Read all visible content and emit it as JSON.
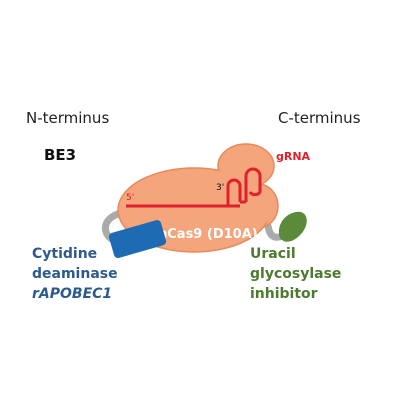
{
  "labels": {
    "n_terminus": "N-terminus",
    "c_terminus": "C-terminus",
    "construct": "BE3",
    "grna": "gRNA",
    "five_prime": "5'",
    "three_prime": "3'",
    "core_protein": "nCas9 (D10A)",
    "deaminase_line1": "Cytidine",
    "deaminase_line2": "deaminase",
    "deaminase_line3": "rAPOBEC1",
    "ugi_line1": "Uracil",
    "ugi_line2": "glycosylase",
    "ugi_line3": "inhibitor"
  },
  "colors": {
    "cas9_fill": "#f4a57c",
    "cas9_stroke": "#e58a5a",
    "grna": "#e0202a",
    "linker": "#a9aaaa",
    "deaminase": "#1f6bb3",
    "deaminase_text": "#2d5a8c",
    "ugi": "#5a8a3a",
    "ugi_text": "#4c7a2e",
    "core_text": "#ffffff",
    "terminus_text": "#222222",
    "construct_text": "#111111"
  },
  "icons": {
    "cas9": "cas9-protein-shape",
    "deaminase": "deaminase-domain-shape",
    "ugi": "ugi-domain-shape"
  }
}
